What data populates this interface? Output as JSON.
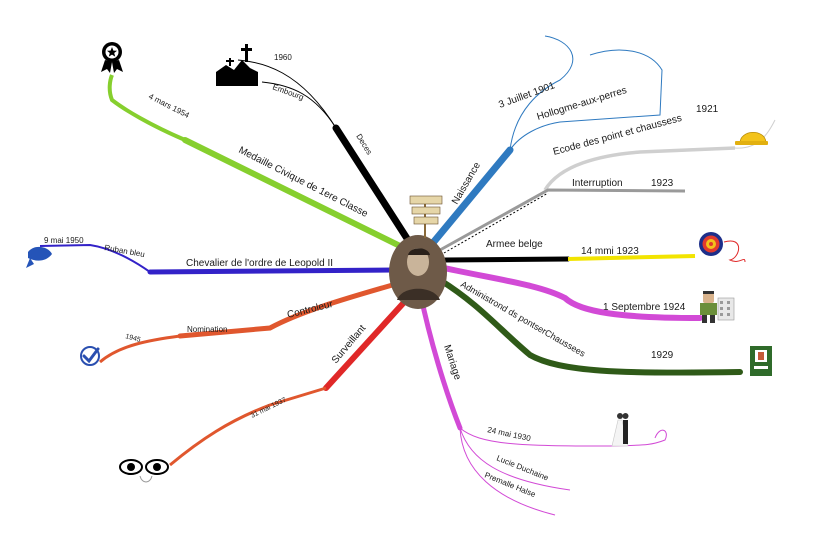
{
  "colors": {
    "accent_top": "#000000",
    "naissance": "#2f7ac0",
    "gray": "#c8c8c8",
    "armee": "#f2e400",
    "magenta": "#d24ad6",
    "green": "#2f5a18",
    "red": "#e02828",
    "orange": "#e0572e",
    "blue": "#3322c8",
    "lime": "#86cf2e"
  },
  "center": {
    "icon": "portrait-photo"
  },
  "branches": {
    "deces": {
      "label": "Deces",
      "date": "1960",
      "place": "Embourg",
      "icon": "cemetery-cross-icon"
    },
    "naissance": {
      "label": "Naissance",
      "date": "3 Juillet 1901",
      "place": "Hollogme-aux-perres",
      "icon": "signpost-icon"
    },
    "ecole": {
      "label": "Ecode des point et chaussess",
      "year": "1921",
      "icon": "hard-hat-icon"
    },
    "interruption": {
      "label": "Interruption",
      "year": "1923"
    },
    "armee": {
      "label": "Armee belge",
      "date": "14 mmi 1923",
      "icon": "target-badge-icon"
    },
    "admin": {
      "label": "Administrond ds pontserChaussees",
      "date": "1 Septembre 1924",
      "year": "1929",
      "icon": "worker-icon",
      "icon2": "office-building-icon"
    },
    "mariage": {
      "label": "Mariage",
      "date": "24 mai 1930",
      "spouse": "Lucie Duchaine",
      "first": "Premalle Halse",
      "icon": "wedding-couple-icon"
    },
    "surveillant": {
      "label": "Surveillant",
      "date": "31 mai 1937",
      "icon": "eyes-icon"
    },
    "controleur": {
      "label": "Controleur",
      "sub": "Nomination",
      "date": "1945",
      "icon": "checkmark-icon"
    },
    "chevalier": {
      "label": "Chevalier de l'ordre de Leopold II",
      "sub": "Ruban bleu",
      "date": "9 mai 1950",
      "icon": "blue-ribbon-icon"
    },
    "medaille": {
      "label": "Medaille Civique de 1ere Classe",
      "date": "4 mars 1954",
      "icon": "medal-icon"
    }
  }
}
